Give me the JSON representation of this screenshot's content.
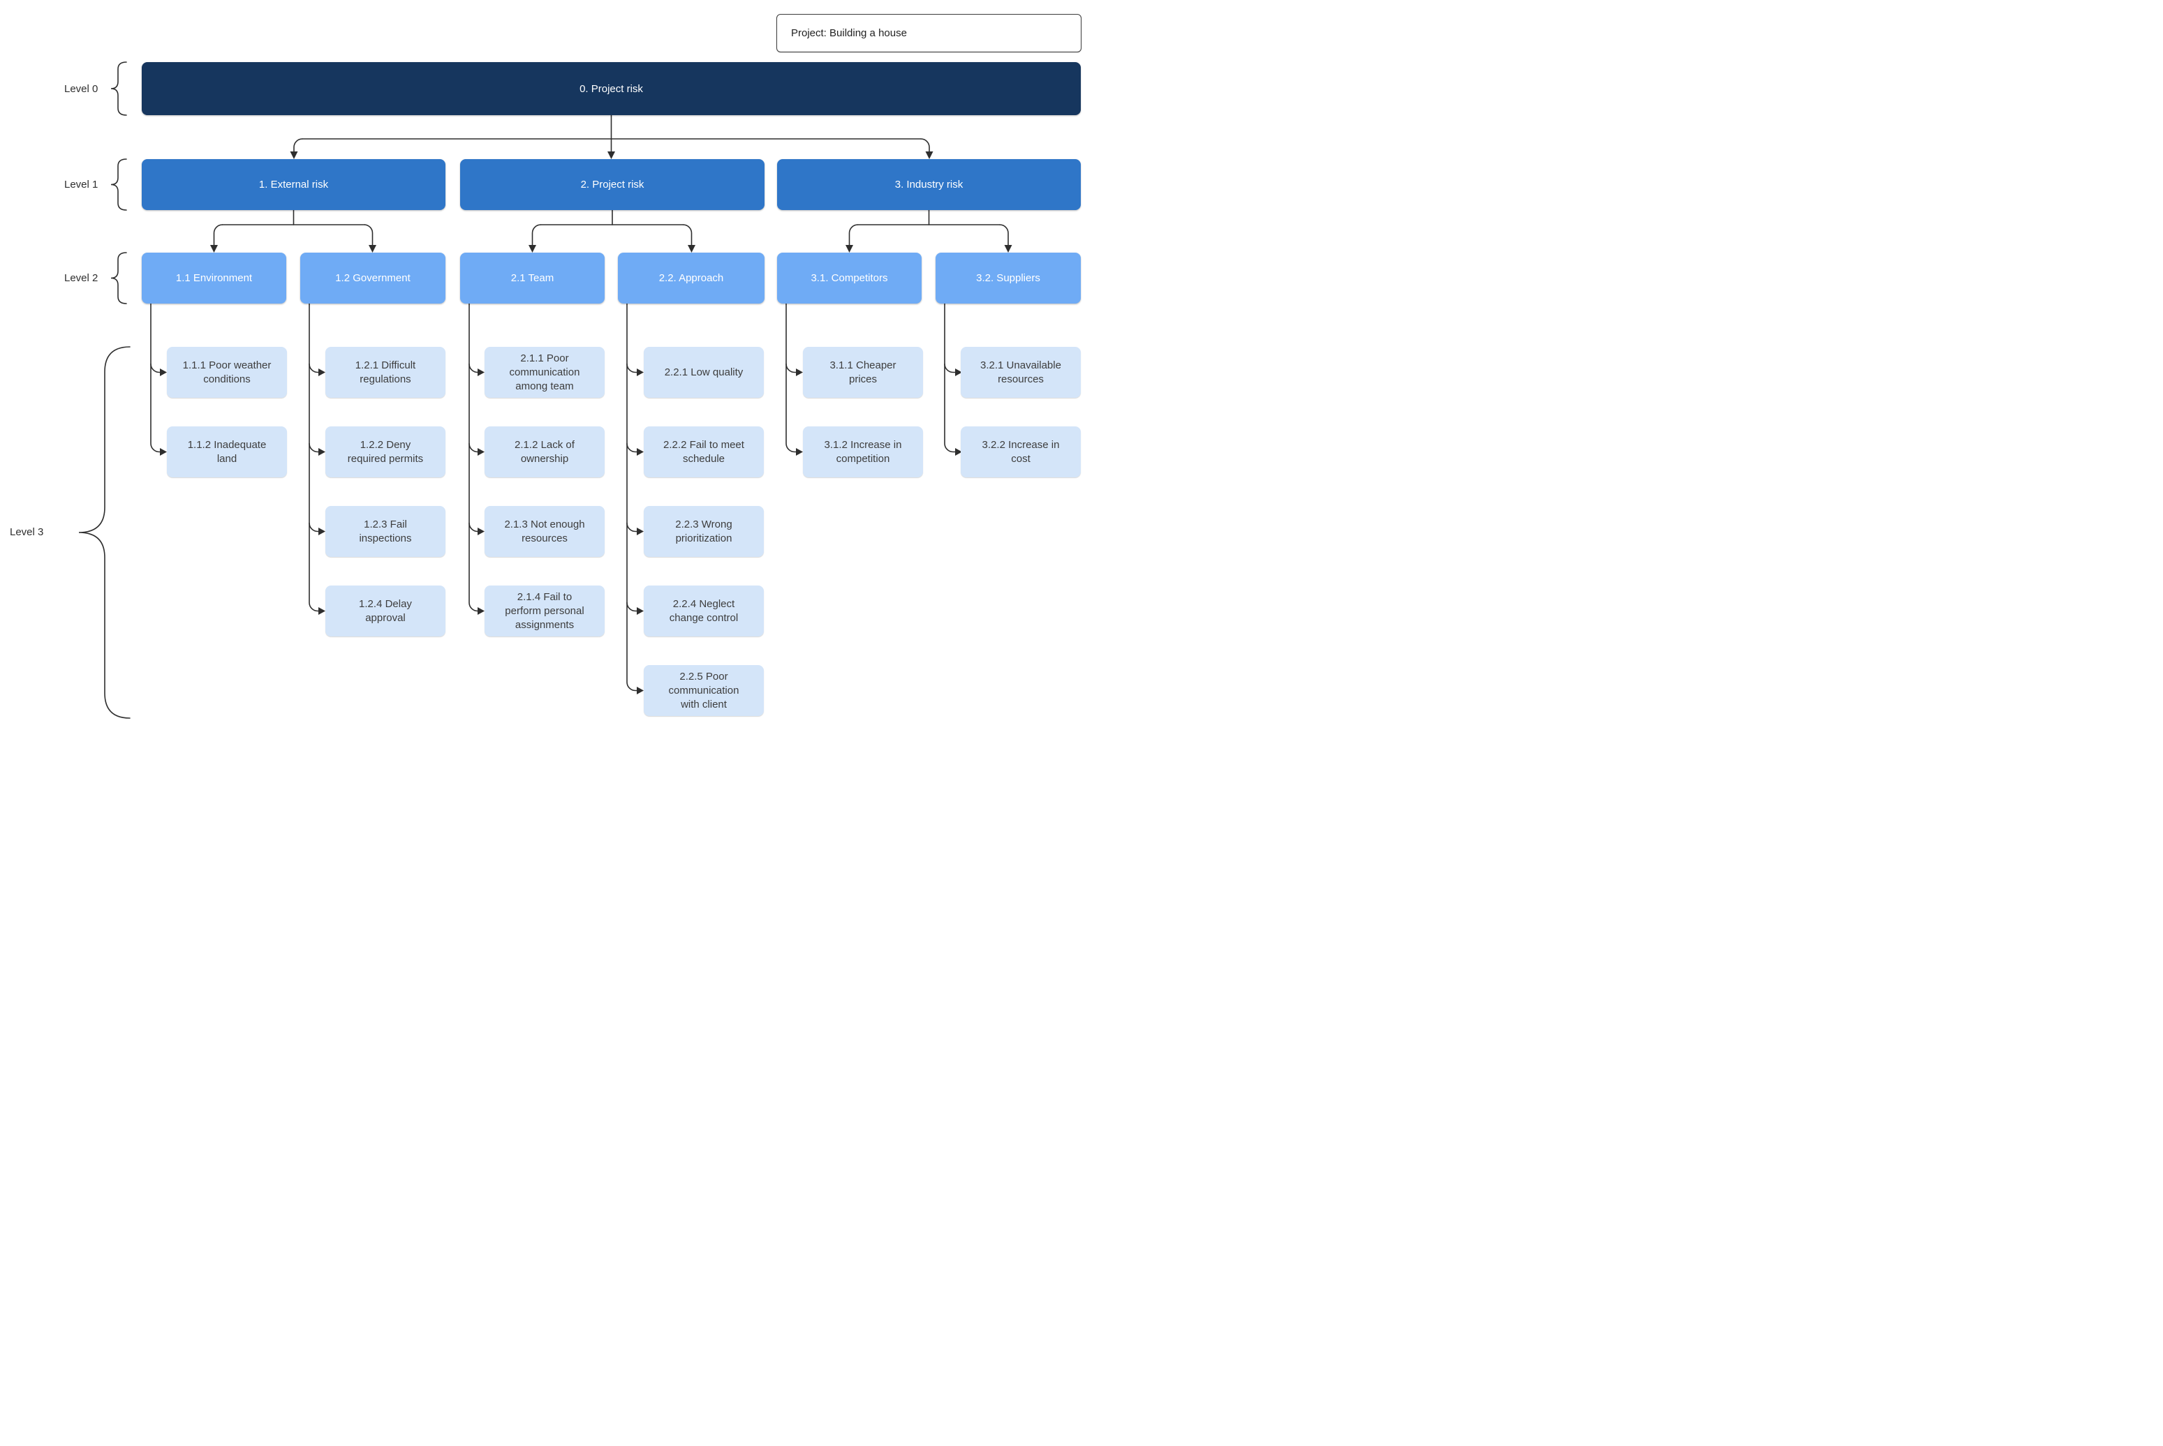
{
  "project_box": {
    "label": "Project: Building a house"
  },
  "level_labels": [
    "Level 0",
    "Level 1",
    "Level 2",
    "Level 3"
  ],
  "tree": {
    "root": {
      "label": "0. Project risk"
    },
    "level1": [
      {
        "label": "1. External risk"
      },
      {
        "label": "2. Project risk"
      },
      {
        "label": "3. Industry risk"
      }
    ],
    "level2": [
      {
        "label": "1.1 Environment"
      },
      {
        "label": "1.2 Government"
      },
      {
        "label": "2.1 Team"
      },
      {
        "label": "2.2. Approach"
      },
      {
        "label": "3.1. Competitors"
      },
      {
        "label": "3.2. Suppliers"
      }
    ],
    "level3_columns": [
      {
        "parent": "1.1 Environment",
        "items": [
          "1.1.1 Poor weather conditions",
          "1.1.2 Inadequate land"
        ]
      },
      {
        "parent": "1.2 Government",
        "items": [
          "1.2.1 Difficult regulations",
          "1.2.2 Deny required permits",
          "1.2.3 Fail inspections",
          "1.2.4 Delay approval"
        ]
      },
      {
        "parent": "2.1 Team",
        "items": [
          "2.1.1 Poor communication among team",
          "2.1.2 Lack of ownership",
          "2.1.3 Not enough resources",
          "2.1.4 Fail to perform personal assignments"
        ]
      },
      {
        "parent": "2.2. Approach",
        "items": [
          "2.2.1 Low quality",
          "2.2.2 Fail to meet schedule",
          "2.2.3 Wrong prioritization",
          "2.2.4 Neglect change control",
          "2.2.5 Poor communication with client"
        ]
      },
      {
        "parent": "3.1. Competitors",
        "items": [
          "3.1.1 Cheaper prices",
          "3.1.2 Increase in competition"
        ]
      },
      {
        "parent": "3.2. Suppliers",
        "items": [
          "3.2.1 Unavailable resources",
          "3.2.2 Increase in cost"
        ]
      }
    ]
  },
  "colors": {
    "level0_fill": "#16365E",
    "level1_fill": "#2F76C8",
    "level2_fill": "#6FABF5",
    "level3_fill": "#D4E5F9",
    "level3_text": "#3D3D3D",
    "connector": "#2E2E2E",
    "box_text": "#FFFFFF"
  }
}
